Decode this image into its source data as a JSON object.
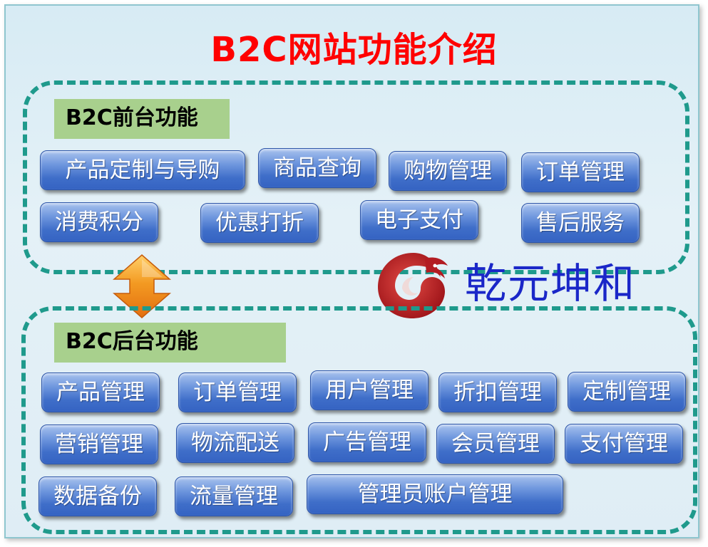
{
  "title": "B2C网站功能介绍",
  "front": {
    "label": "B2C前台功能",
    "items": [
      "产品定制与导购",
      "商品查询",
      "购物管理",
      "订单管理",
      "消费积分",
      "优惠打折",
      "电子支付",
      "售后服务"
    ]
  },
  "back": {
    "label": "B2C后台功能",
    "items": [
      "产品管理",
      "订单管理",
      "用户管理",
      "折扣管理",
      "定制管理",
      "营销管理",
      "物流配送",
      "广告管理",
      "会员管理",
      "支付管理",
      "数据备份",
      "流量管理",
      "管理员账户管理"
    ]
  },
  "brand": {
    "name": "乾元坤和",
    "logo_icon": "dragon-swirl-logo-icon",
    "arrow_icon": "double-arrow-icon"
  },
  "colors": {
    "title": "#ff0000",
    "dashed_border": "#1f9a8c",
    "section_label_bg": "#a8d08d",
    "button_blue": "#3f6ec9",
    "brand_text": "#1a27c8",
    "logo_red": "#c0262c",
    "arrow_orange": "#f08a1c"
  }
}
